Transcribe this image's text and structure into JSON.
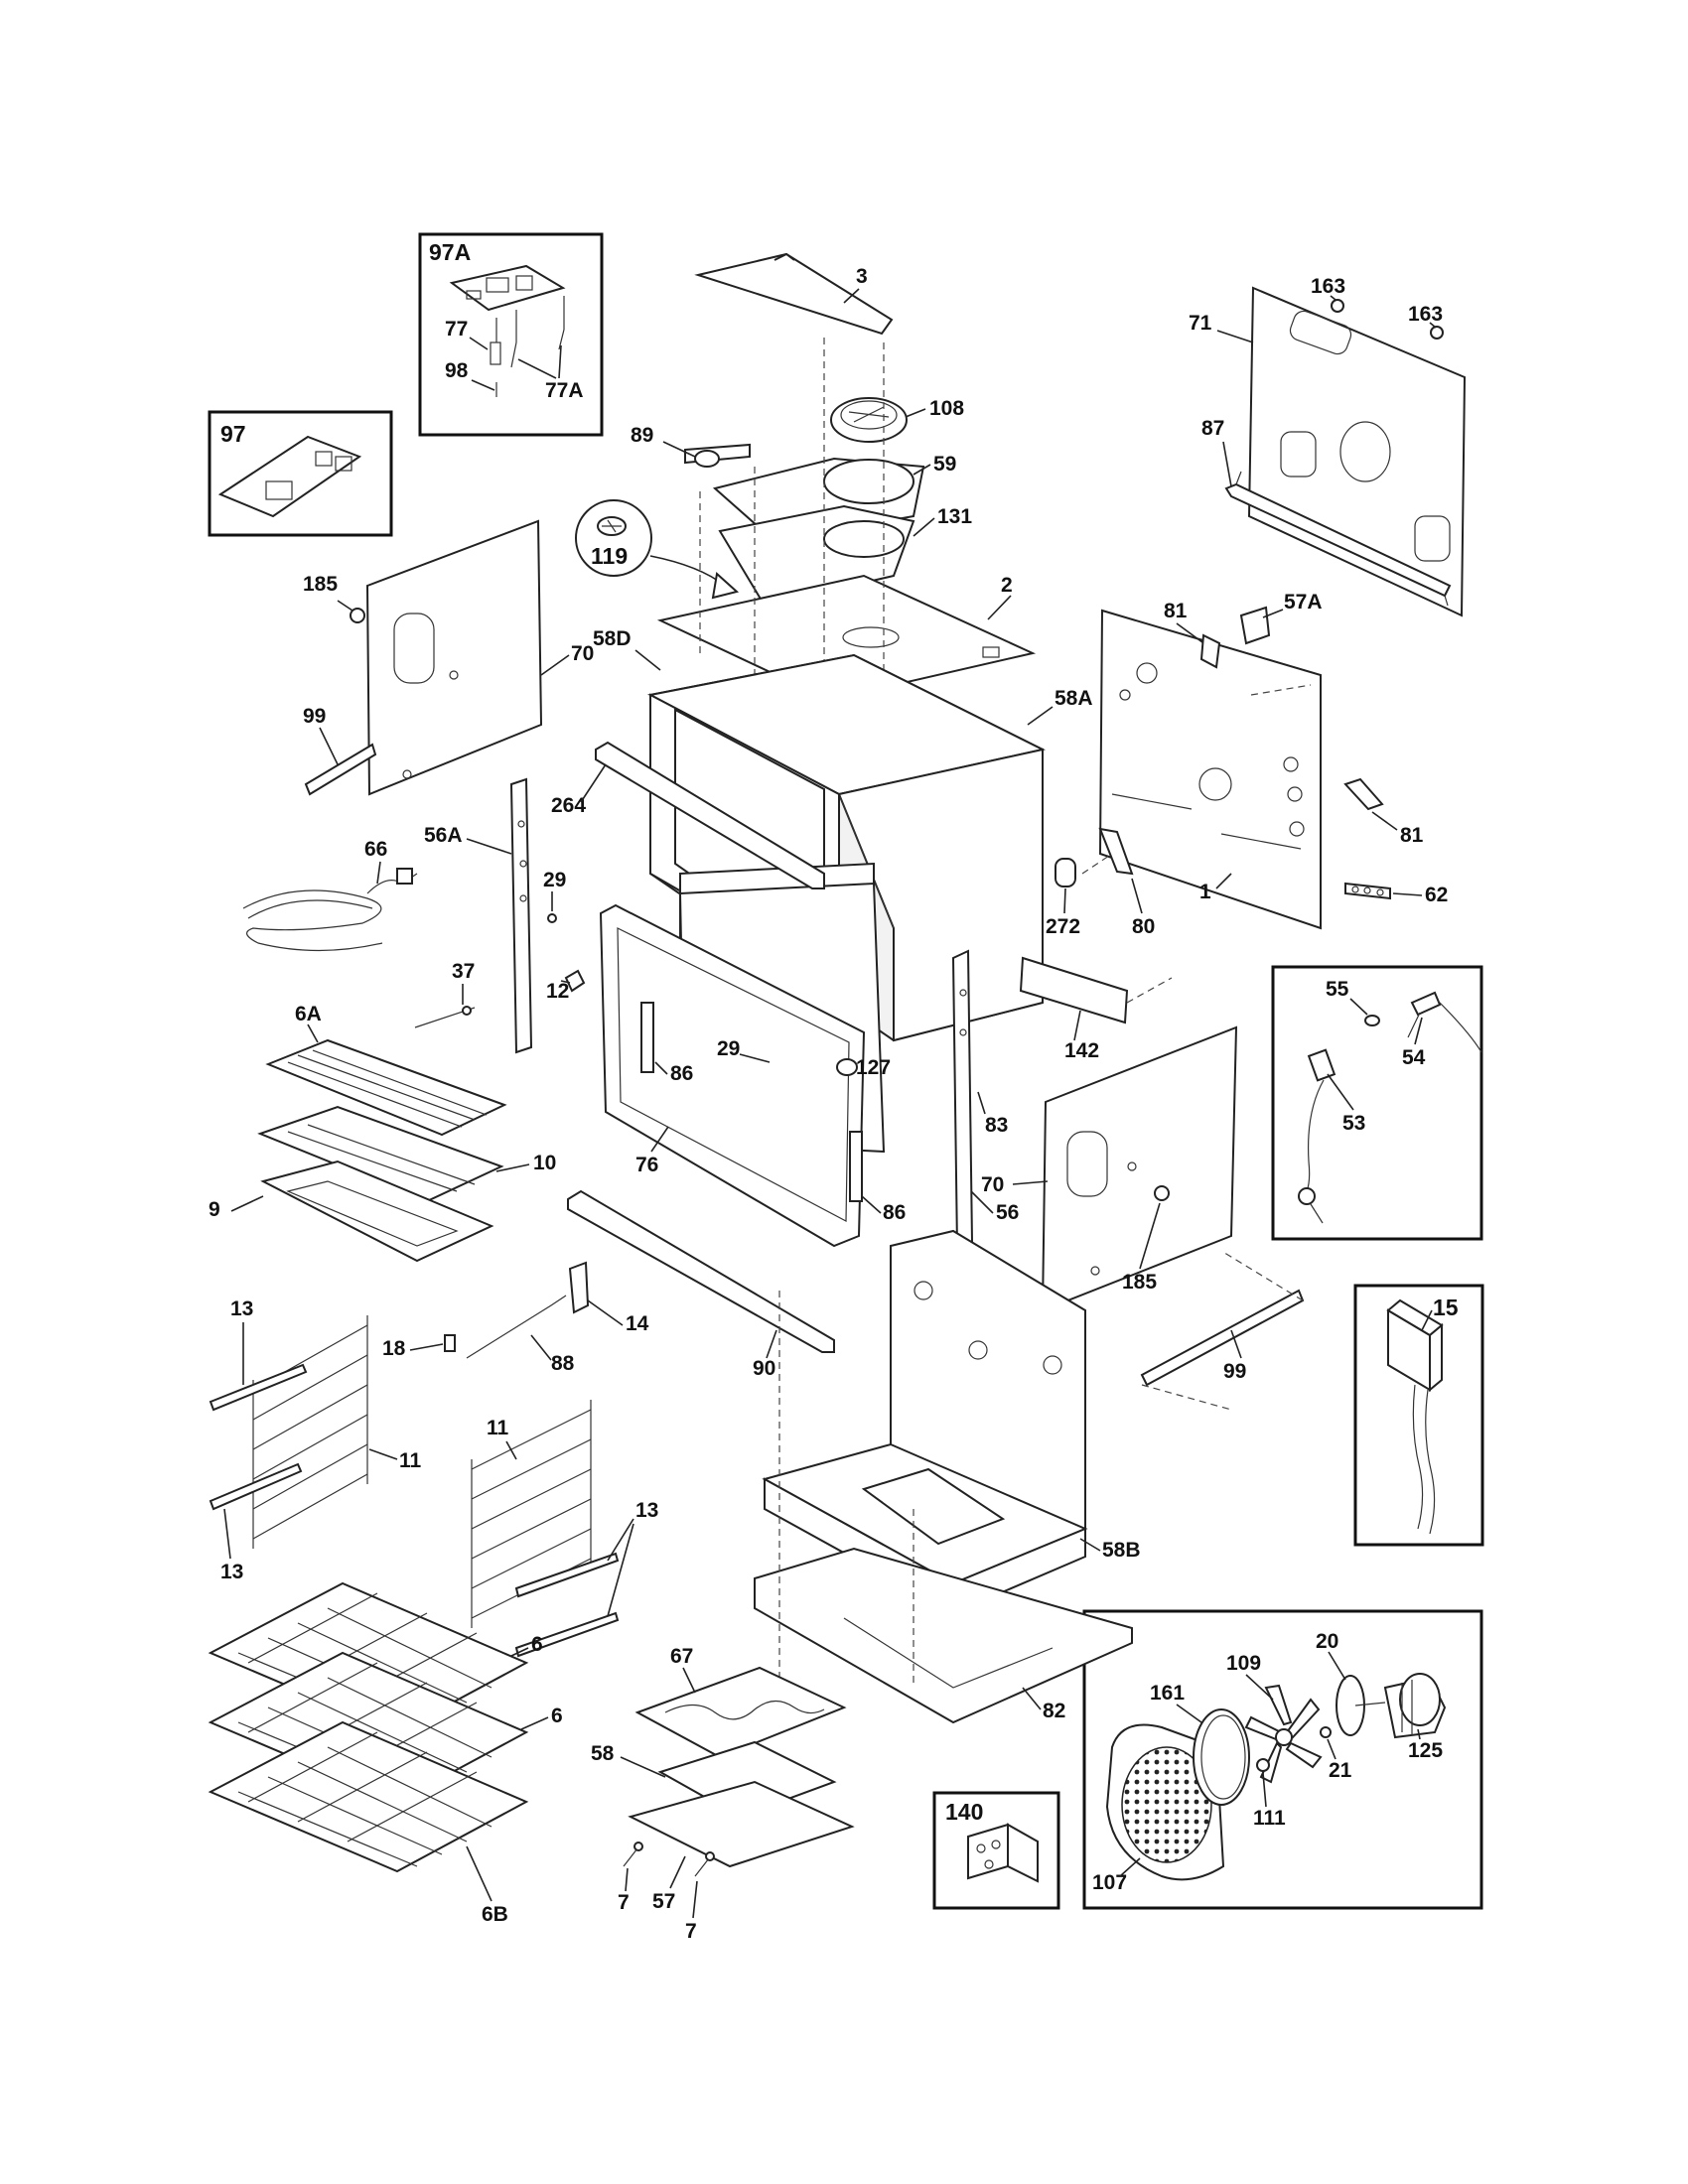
{
  "boxes": {
    "b97A": "97A",
    "b97": "97",
    "b55": "",
    "b15": "15",
    "b140": "140",
    "bfan": ""
  },
  "callouts": {
    "c3": "3",
    "c108": "108",
    "c89": "89",
    "c59": "59",
    "c131": "131",
    "c119": "119",
    "c2": "2",
    "c58D": "58D",
    "c58A": "58A",
    "c264": "264",
    "c163a": "163",
    "c163b": "163",
    "c71": "71",
    "c87": "87",
    "c81a": "81",
    "c57A": "57A",
    "c81b": "81",
    "c62": "62",
    "c1": "1",
    "c80": "80",
    "c272": "272",
    "c142": "142",
    "c185a": "185",
    "c70a": "70",
    "c99a": "99",
    "c66": "66",
    "c56A": "56A",
    "c29a": "29",
    "c12": "12",
    "c37": "37",
    "c6A": "6A",
    "c10": "10",
    "c9": "9",
    "c29b": "29",
    "c127": "127",
    "c86a": "86",
    "c76": "76",
    "c86b": "86",
    "c83": "83",
    "c56": "56",
    "c70b": "70",
    "c185b": "185",
    "c99b": "99",
    "c90": "90",
    "c14": "14",
    "c18": "18",
    "c88": "88",
    "c13a": "13",
    "c11a": "11",
    "c13b": "13",
    "c11b": "11",
    "c13c": "13",
    "c58B": "58B",
    "c6a": "6",
    "c6b": "6",
    "c6B": "6B",
    "c67": "67",
    "c58": "58",
    "c7a": "7",
    "c57": "57",
    "c7b": "7",
    "c82": "82",
    "c77": "77",
    "c98": "98",
    "c77A": "77A",
    "c55": "55",
    "c54": "54",
    "c53": "53",
    "c20": "20",
    "c109": "109",
    "c161": "161",
    "c21": "21",
    "c125": "125",
    "c111": "111",
    "c107": "107"
  }
}
